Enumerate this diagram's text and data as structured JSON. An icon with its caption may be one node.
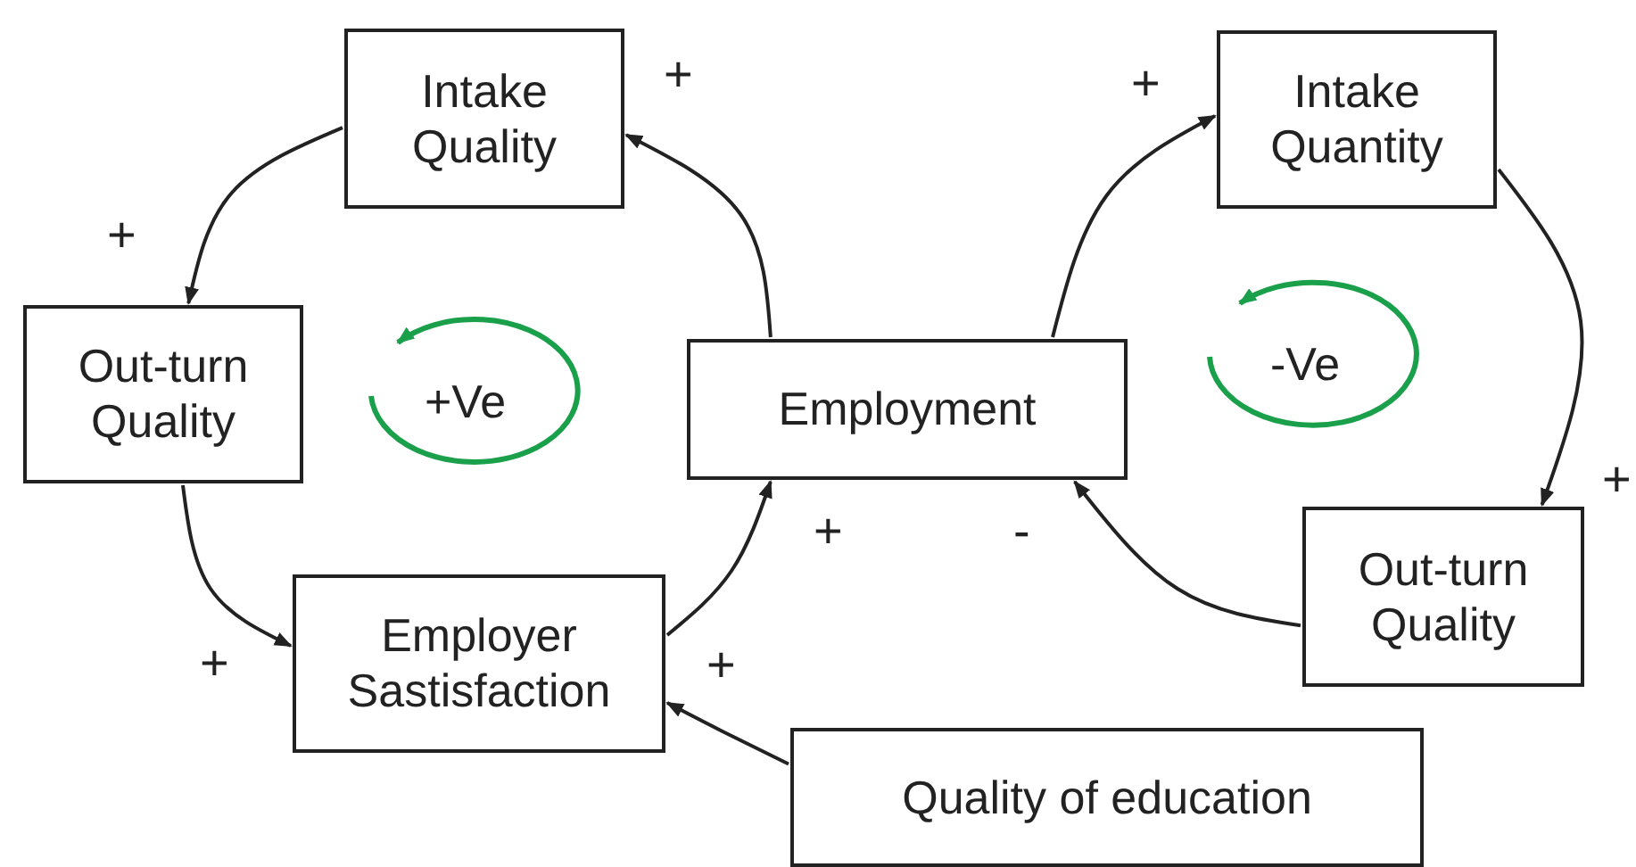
{
  "diagram": {
    "nodes": [
      {
        "text": [
          "Intake Quality"
        ]
      },
      {
        "text": [
          "Out-turn Quality"
        ]
      },
      {
        "text": [
          "Employer Sastisfaction"
        ]
      },
      {
        "text": [
          "Employment"
        ]
      },
      {
        "text": [
          "Intake Quantity"
        ]
      },
      {
        "text": [
          "Out-turn Quality"
        ]
      },
      {
        "text": [
          "Quality of education"
        ]
      }
    ],
    "edges": [
      {
        "from": 0,
        "to": 1,
        "arrow": "to",
        "label": "+"
      },
      {
        "from": 1,
        "to": 2,
        "arrow": "to",
        "label": "+"
      },
      {
        "from": 2,
        "to": 3,
        "arrow": "to",
        "label": "+"
      },
      {
        "from": 3,
        "to": 0,
        "arrow": "to",
        "label": "+"
      },
      {
        "from": 3,
        "to": 4,
        "arrow": "to",
        "label": "+"
      },
      {
        "from": 4,
        "to": 5,
        "arrow": "to",
        "label": "+"
      },
      {
        "from": 5,
        "to": 3,
        "arrow": "to",
        "label": "-"
      },
      {
        "from": 6,
        "to": 2,
        "arrow": "to",
        "label": "+"
      }
    ],
    "labels": [
      "+Ve",
      "-Ve"
    ]
  }
}
